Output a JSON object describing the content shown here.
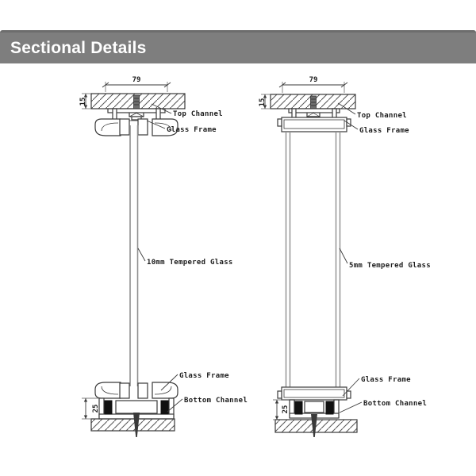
{
  "header": {
    "title": "Sectional Details"
  },
  "diagram": {
    "left": {
      "width_dim": "79",
      "top_dim": "15",
      "bottom_dim": "25",
      "top_channel_label": "Top Channel",
      "glass_frame_top_label": "Glass Frame",
      "glass_label": "10mm Tempered Glass",
      "glass_frame_bottom_label": "Glass Frame",
      "bottom_channel_label": "Bottom Channel"
    },
    "right": {
      "width_dim": "79",
      "top_dim": "15",
      "bottom_dim": "25",
      "top_channel_label": "Top Channel",
      "glass_frame_top_label": "Glass Frame",
      "glass_label": "5mm Tempered Glass",
      "glass_frame_bottom_label": "Glass Frame",
      "bottom_channel_label": "Bottom Channel"
    },
    "colors": {
      "header_bg": "#7e7e7e",
      "header_text": "#ffffff",
      "line": "#3a3a3a",
      "glass_edge": "#8f8f8f",
      "gasket": "#111111"
    }
  }
}
